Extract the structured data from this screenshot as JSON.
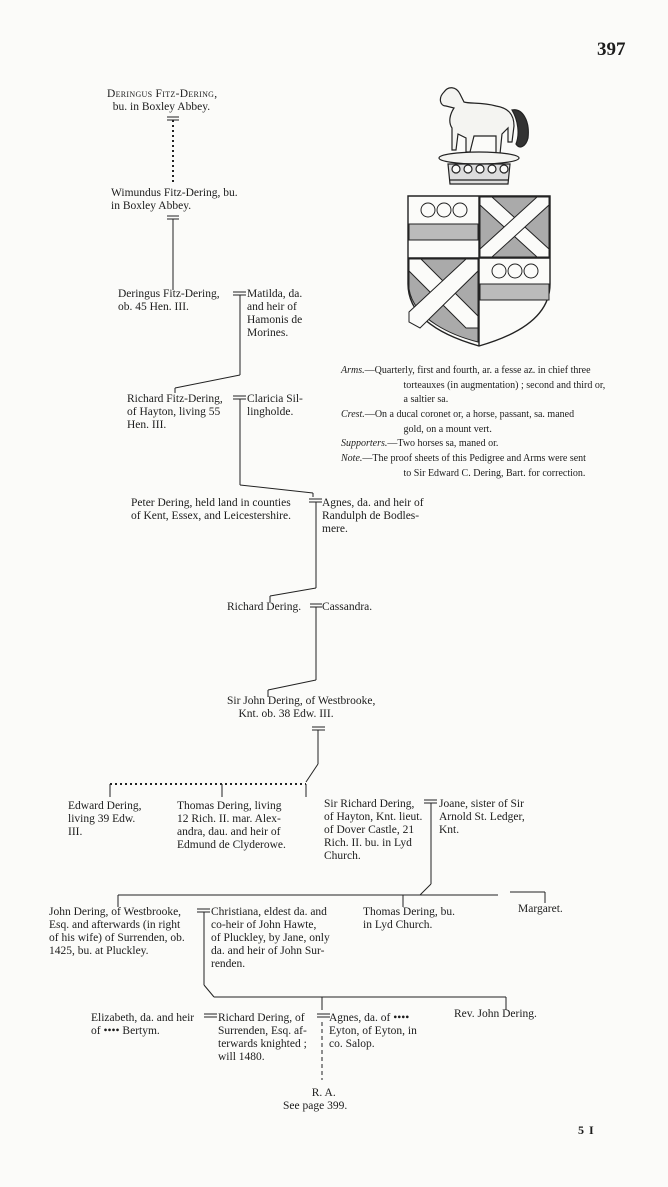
{
  "page_number": "397",
  "signature": "5 I",
  "people": {
    "deringus_1": [
      "Deringus Fitz-Dering,",
      "bu. in Boxley Abbey."
    ],
    "wimundus": [
      "Wimundus Fitz-Dering, bu.",
      "in Boxley Abbey."
    ],
    "deringus_2": [
      "Deringus Fitz-Dering,",
      "ob. 45 Hen. III."
    ],
    "matilda": [
      "Matilda, da.",
      "and heir of",
      "Hamonis de",
      "Morines."
    ],
    "richard_fitz": [
      "Richard Fitz-Dering,",
      "of Hayton, living 55",
      "Hen. III."
    ],
    "claricia": [
      "Claricia Sil-",
      "lingholde."
    ],
    "peter": [
      "Peter Dering, held land in counties",
      "of Kent, Essex, and Leicestershire."
    ],
    "agnes_bodlesmere": [
      "Agnes, da. and heir of",
      "Randulph de Bodles-",
      "mere."
    ],
    "richard_dering": "Richard Dering.",
    "cassandra": "Cassandra.",
    "sir_john": [
      "Sir John Dering, of Westbrooke,",
      "Knt. ob. 38 Edw. III."
    ],
    "edward": [
      "Edward Dering,",
      "living 39 Edw.",
      "III."
    ],
    "thomas_1": [
      "Thomas Dering, living",
      "12 Rich. II. mar. Alex-",
      "andra, dau. and heir of",
      "Edmund de Clyderowe."
    ],
    "sir_richard": [
      "Sir Richard Dering,",
      "of Hayton, Knt. lieut.",
      "of Dover Castle, 21",
      "Rich. II. bu. in Lyd",
      "Church."
    ],
    "joane": [
      "Joane, sister of Sir",
      "Arnold St. Ledger,",
      "Knt."
    ],
    "john_westbrooke": [
      "John Dering, of Westbrooke,",
      "Esq. and afterwards (in right",
      "of his wife) of Surrenden, ob.",
      "1425, bu. at Pluckley."
    ],
    "christiana": [
      "Christiana, eldest da. and",
      "co-heir of John Hawte,",
      "of Pluckley, by Jane, only",
      "da. and heir of John Sur-",
      "renden."
    ],
    "thomas_2": [
      "Thomas Dering, bu.",
      "in Lyd Church."
    ],
    "margaret": "Margaret.",
    "elizabeth": [
      "Elizabeth, da. and heir",
      "of •••• Bertym."
    ],
    "richard_surrenden": [
      "Richard Dering, of",
      "Surrenden, Esq. af-",
      "terwards knighted ;",
      "will 1480."
    ],
    "agnes_eyton": [
      "Agnes, da. of ••••",
      "Eyton, of Eyton, in",
      "co. Salop."
    ],
    "rev_john": "Rev. John Dering.",
    "ra": [
      "R. A.",
      "See page 399."
    ]
  },
  "heraldry": {
    "arms_label": "Arms.",
    "arms_text": [
      "—Quarterly, first and fourth, ar. a fesse az. in chief three",
      "torteauxes (in augmentation) ; second and third or,",
      "a saltier sa."
    ],
    "crest_label": "Crest.",
    "crest_text": [
      "—On a ducal coronet or, a horse, passant, sa. maned",
      "gold, on a mount vert."
    ],
    "supporters_label": "Supporters.",
    "supporters_text": "—Two horses sa, maned or.",
    "note_label": "Note.",
    "note_text": [
      "—The proof sheets of this Pedigree and Arms were sent",
      "to Sir Edward C. Dering, Bart. for correction."
    ]
  },
  "colors": {
    "ink": "#1c1c1c",
    "paper": "#fbfbf9"
  }
}
